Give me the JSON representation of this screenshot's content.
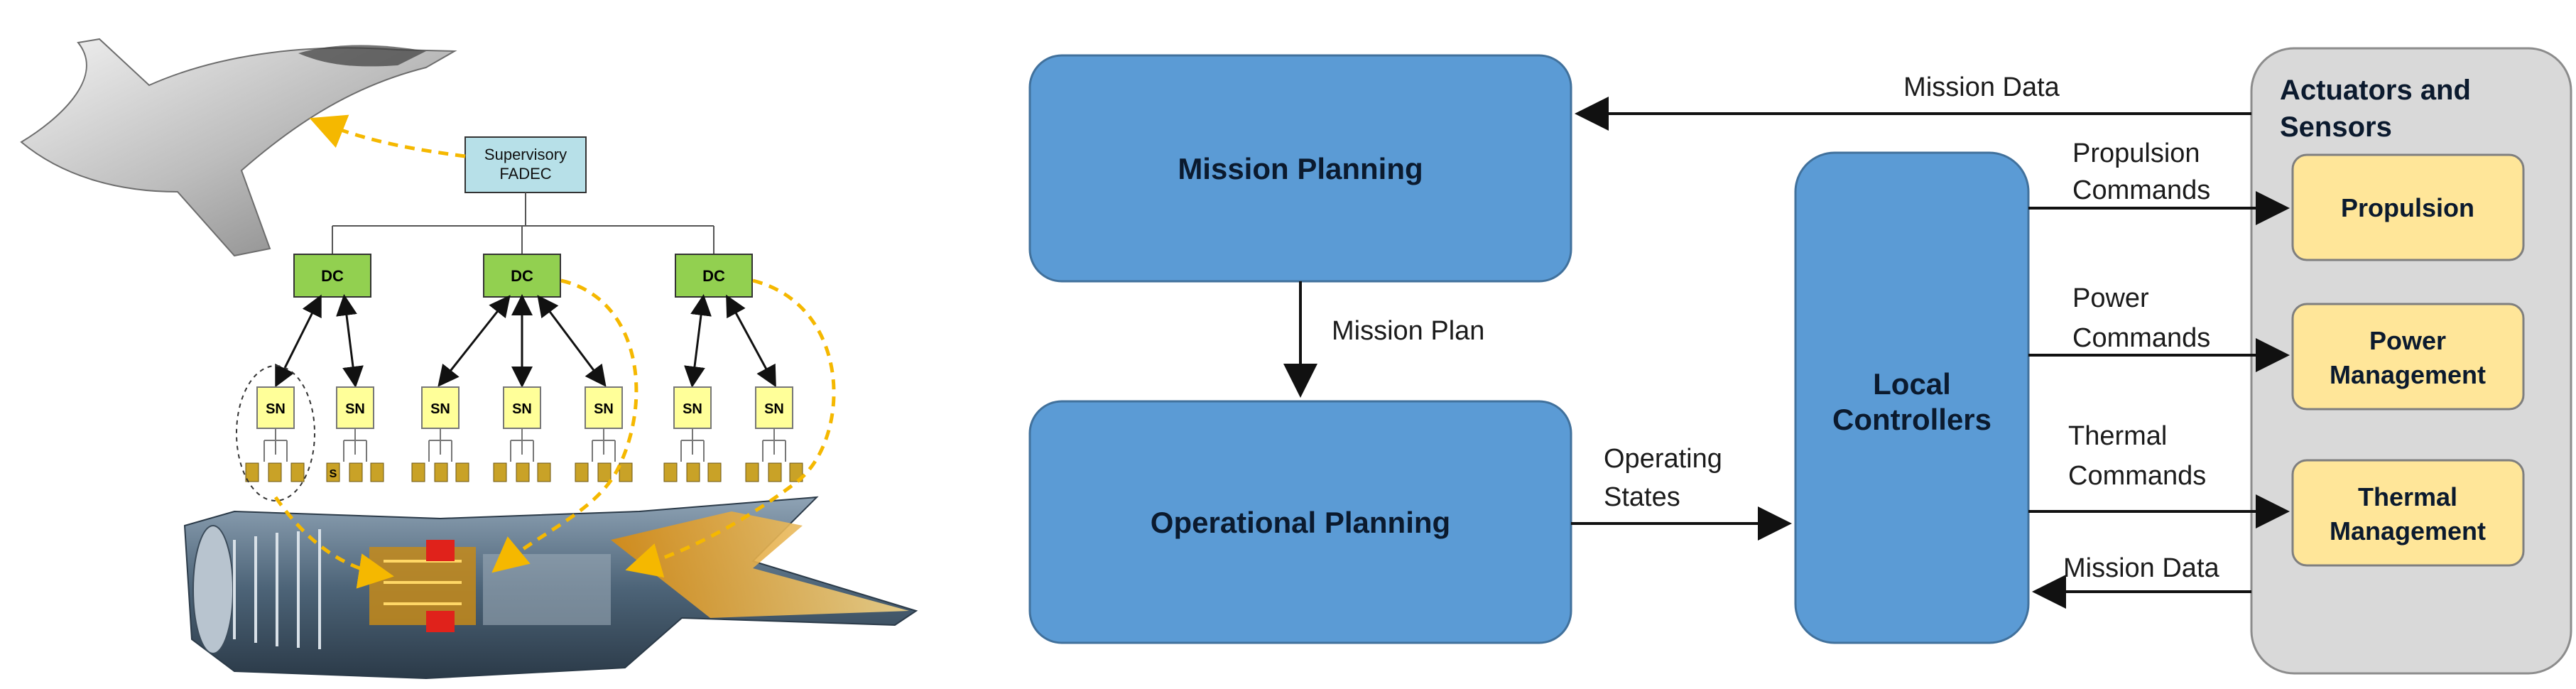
{
  "left": {
    "supervisory_label_line1": "Supervisory",
    "supervisory_label_line2": "FADEC",
    "dc_label": "DC",
    "sn_label": "SN",
    "s_label": "S"
  },
  "right": {
    "mission_planning": "Mission Planning",
    "operational_planning": "Operational Planning",
    "local_controllers_line1": "Local",
    "local_controllers_line2": "Controllers",
    "actuators_line1": "Actuators and",
    "actuators_line2": "Sensors",
    "propulsion": "Propulsion",
    "power_line1": "Power",
    "power_line2": "Management",
    "thermal_line1": "Thermal",
    "thermal_line2": "Management",
    "edges": {
      "mission_data_top": "Mission Data",
      "mission_plan": "Mission Plan",
      "operating_states_line1": "Operating",
      "operating_states_line2": "States",
      "propulsion_cmd_line1": "Propulsion",
      "propulsion_cmd_line2": "Commands",
      "power_cmd_line1": "Power",
      "power_cmd_line2": "Commands",
      "thermal_cmd_line1": "Thermal",
      "thermal_cmd_line2": "Commands",
      "mission_data_bottom": "Mission Data"
    }
  },
  "colors": {
    "blue_box": "#5b9bd5",
    "blue_stroke": "#41719c",
    "yellow_box": "#ffe699",
    "yellow_stroke": "#7f7f7f",
    "gray_panel": "#d9d9d9",
    "fadec_fill": "#b7e0e8",
    "dc_fill": "#92d050",
    "sn_fill": "#ffff99",
    "sensor_fill": "#c9a227",
    "dash_orange": "#f5b800"
  }
}
